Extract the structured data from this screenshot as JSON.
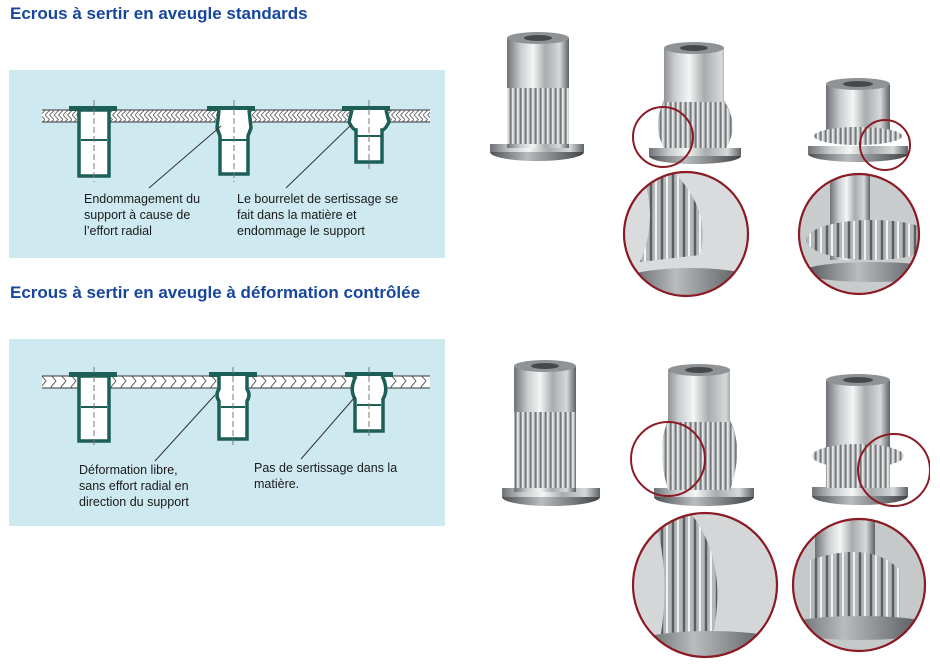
{
  "sections": [
    {
      "title": "Ecrous à sertir en aveugle standards",
      "captions": [
        "Endommagement du\nsupport à cause de\nl’effort radial",
        "Le bourrelet de sertissage se\nfait dans la matière et\nendommage le support"
      ]
    },
    {
      "title": "Ecrous à sertir en aveugle à déformation contrôlée",
      "captions": [
        "Déformation libre,\nsans effort radial en\ndirection du support",
        "Pas de sertissage dans la\nmatière."
      ]
    }
  ],
  "colors": {
    "heading": "#17469e",
    "panel": "#cfe9f0",
    "nut_outline": "#1c5f57",
    "highlight_circle": "#8b1a24"
  },
  "icons": [
    "rivet-nut-cross-section",
    "rivet-nut-photo",
    "magnifier-circle"
  ]
}
